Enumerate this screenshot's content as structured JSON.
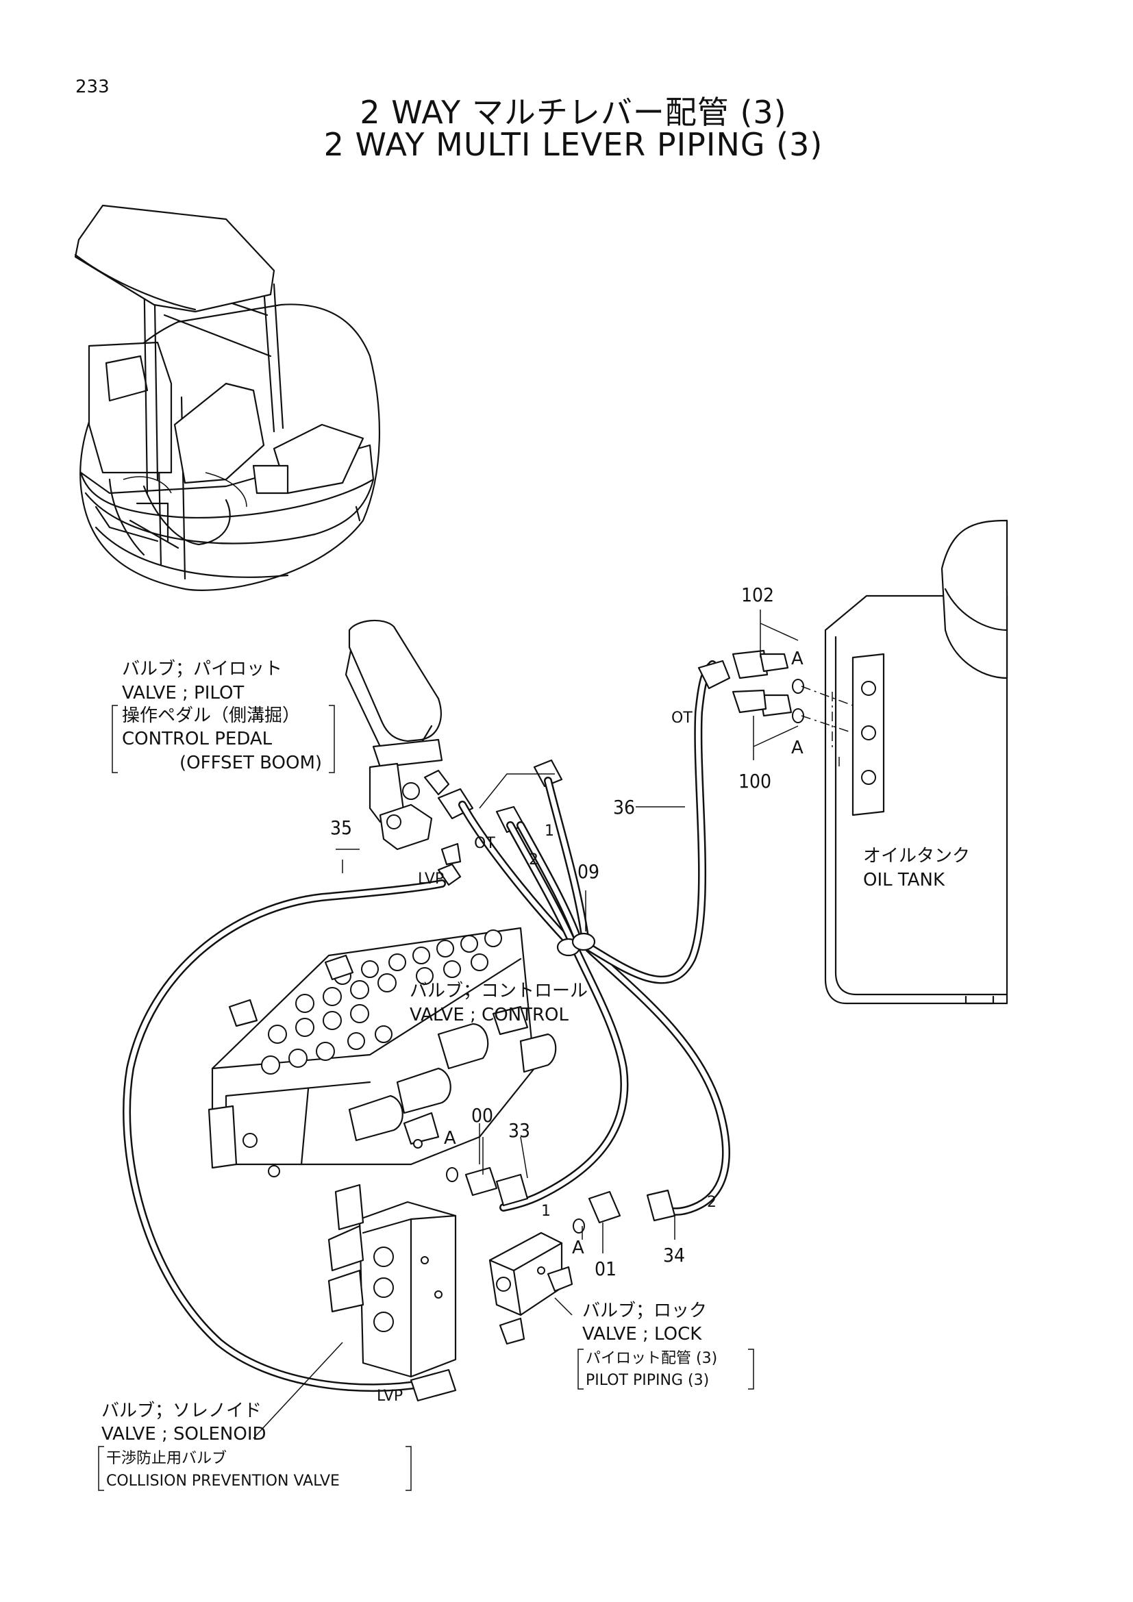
{
  "page_number": "233",
  "title_jp": "2 WAY マルチレバー配管 (3)",
  "title_en": "2 WAY MULTI LEVER PIPING (3)",
  "labels": {
    "pilot_valve": {
      "jp": "バルブ；パイロット",
      "en": "VALVE ; PILOT",
      "sub_jp": "操作ペダル（側溝掘）",
      "sub_en1": "CONTROL PEDAL",
      "sub_en2": "(OFFSET BOOM)"
    },
    "control_valve": {
      "jp": "バルブ；コントロール",
      "en": "VALVE ; CONTROL"
    },
    "oil_tank": {
      "jp": "オイルタンク",
      "en": "OIL TANK"
    },
    "lock_valve": {
      "jp": "バルブ；ロック",
      "en": "VALVE ; LOCK",
      "sub_jp": "パイロット配管 (3)",
      "sub_en": "PILOT PIPING (3)"
    },
    "solenoid_valve": {
      "jp": "バルブ；ソレノイド",
      "en": "VALVE ; SOLENOID",
      "sub_jp": "干渉防止用バルブ",
      "sub_en": "COLLISION PREVENTION VALVE"
    }
  },
  "part_numbers": {
    "p102": "102",
    "p100": "100",
    "p36": "36",
    "p35": "35",
    "p09": "09",
    "p00": "00",
    "p33": "33",
    "p01": "01",
    "p34": "34"
  },
  "tags": {
    "ot": "OT",
    "lvp": "LVP",
    "one": "1",
    "two": "2",
    "a": "A"
  }
}
